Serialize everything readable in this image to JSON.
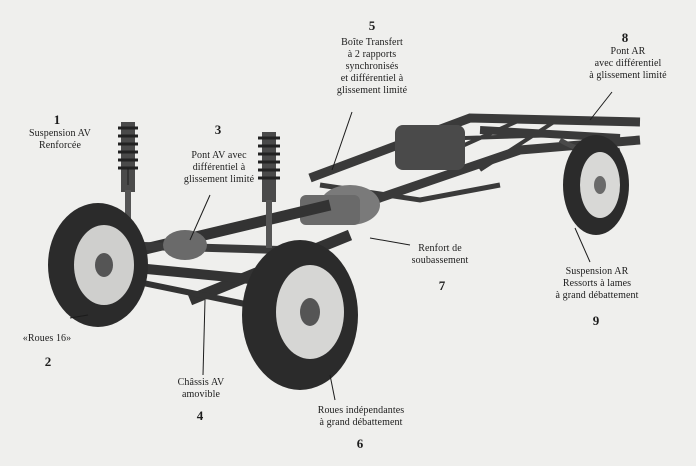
{
  "callouts": [
    {
      "id": "1",
      "number": "1",
      "lines": [
        "Suspension AV",
        "Renforcée"
      ]
    },
    {
      "id": "2",
      "number": "2",
      "lines": [
        "«Roues 16»"
      ]
    },
    {
      "id": "3",
      "number": "3",
      "lines": [
        "Pont AV avec",
        "différentiel à",
        "glissement limité"
      ]
    },
    {
      "id": "4",
      "number": "4",
      "lines": [
        "Châssis AV",
        "amovible"
      ]
    },
    {
      "id": "5",
      "number": "5",
      "lines": [
        "Boîte Transfert",
        "à 2 rapports",
        "synchronisés",
        "et différentiel à",
        "glissement limité"
      ]
    },
    {
      "id": "6",
      "number": "6",
      "lines": [
        "Roues indépendantes",
        "à grand débattement"
      ]
    },
    {
      "id": "7",
      "number": "7",
      "lines": [
        "Renfort de",
        "soubassement"
      ]
    },
    {
      "id": "8",
      "number": "8",
      "lines": [
        "Pont AR",
        "avec différentiel",
        "à glissement limité"
      ]
    },
    {
      "id": "9",
      "number": "9",
      "lines": [
        "Suspension AR",
        "Ressorts à lames",
        "à grand débattement"
      ]
    }
  ],
  "colors": {
    "paper": "#efefed",
    "ink": "#1c1c1c",
    "metal": "#5a5a5a",
    "tyre": "#2b2b2b"
  }
}
